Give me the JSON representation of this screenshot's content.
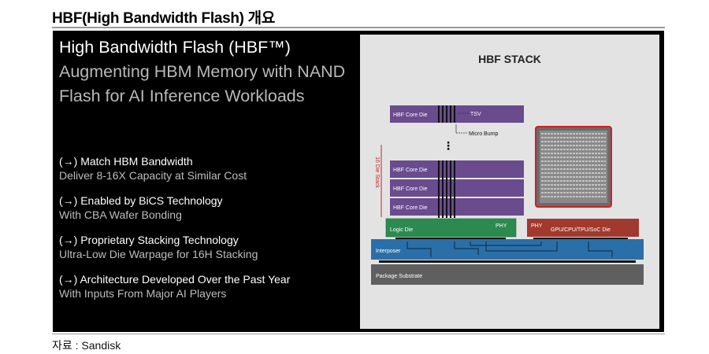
{
  "heading": "HBF(High Bandwidth Flash) 개요",
  "slide": {
    "title": "High Bandwidth Flash (HBF™)",
    "subtitle": "Augmenting HBM Memory with NAND Flash for AI Inference Workloads",
    "bullets": [
      {
        "head": "(→) Match HBM Bandwidth",
        "sub": "Deliver 8-16X Capacity at Similar Cost"
      },
      {
        "head": "(→) Enabled by BiCS Technology",
        "sub": "With CBA Wafer Bonding"
      },
      {
        "head": "(→) Proprietary Stacking Technology",
        "sub": "Ultra-Low Die Warpage for 16H Stacking"
      },
      {
        "head": "(→) Architecture Developed Over the Past Year",
        "sub": "With Inputs From Major AI Players"
      }
    ]
  },
  "diagram": {
    "title": "HBF STACK",
    "core_die_label": "HBF Core Die",
    "tsv_label": "TSV",
    "micro_bump_label": "Micro Bump",
    "stack_label": "16 Die Stack",
    "logic_die_label": "Logic Die",
    "phy_label": "PHY",
    "processor_label": "GPU/CPU/TPU/SoC Die",
    "interposer_label": "Interposer",
    "substrate_label": "Package Substrate",
    "ellipsis": "⋮"
  },
  "source": "자료 : Sandisk",
  "colors": {
    "core_die": "#6a4b8e",
    "logic_die": "#2c8a4f",
    "processor_die": "#a1392e",
    "interposer": "#2a6fa8",
    "substrate": "#5f5f5f",
    "highlight": "#d11f24"
  }
}
